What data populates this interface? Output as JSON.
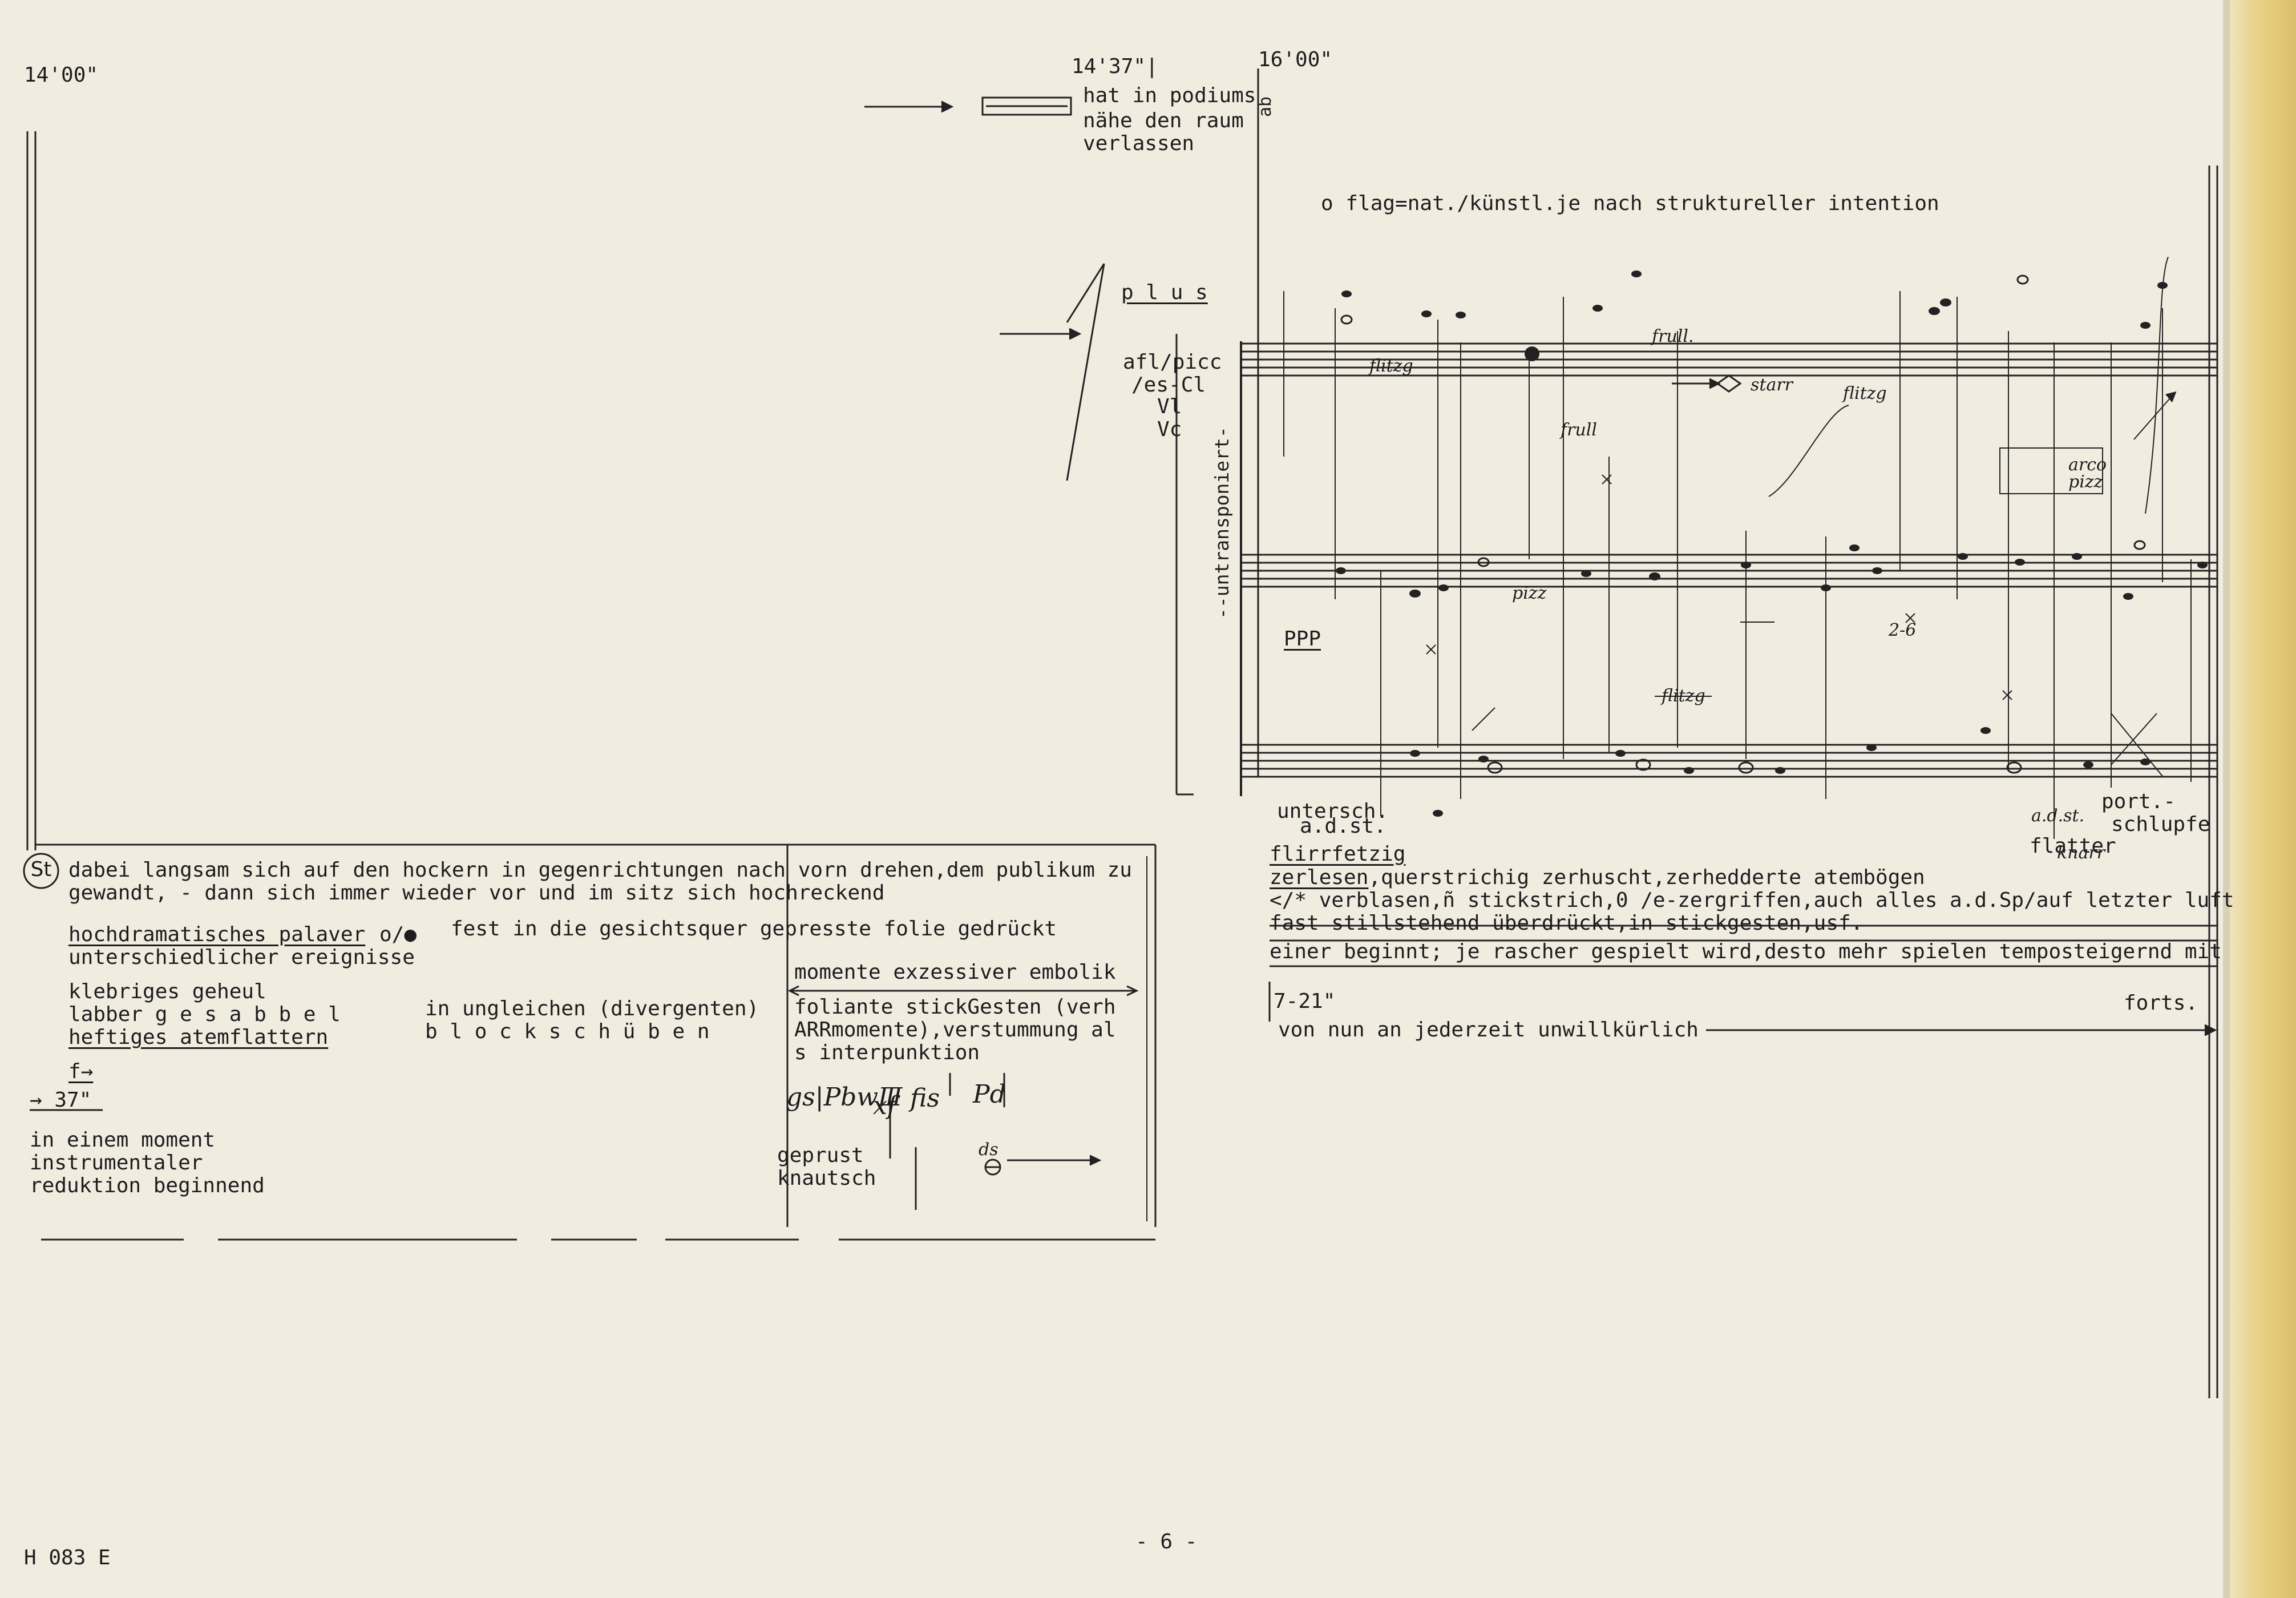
{
  "header": {
    "time_left": "14'00\"",
    "time_mid": "14'37\"|",
    "time_right": "16'00\""
  },
  "podium": {
    "line1": "hat in podiums",
    "line2": "nähe den raum",
    "line3": "verlassen",
    "vertical": "ab"
  },
  "flag_note": "o flag=nat./künstl.je nach struktureller intention",
  "instruments": {
    "plus": "p l u s",
    "line1": "afl/picc",
    "line2": "/es-Cl",
    "line3": "Vl",
    "line4": "Vc",
    "untransponiert": "--untransponiert-"
  },
  "score_marks": {
    "frull_1": "frull.",
    "frull_2": "frull",
    "flitzg_1": "flitzg",
    "flitzg_2": "flitzg",
    "flitzg_3": "flitzg",
    "starr": "starr",
    "pizz": "pizz",
    "ppp": "PPP",
    "range": "2-6",
    "arco": "arco",
    "pizz2": "pizz",
    "ads": "a.d.st.",
    "knarr": "knarr",
    "untersch_1": "untersch.",
    "untersch_2": "a.d.st.",
    "port_1": "port.-",
    "port_2": "schlupfe",
    "flatter": "flatter"
  },
  "right_text": {
    "l1": "flirrfetzig",
    "l2a": "zerlesen",
    "l2b": ",querstrichig zerhuscht,zerhedderte atembögen",
    "l3": "</* verblasen,ñ stickstrich,0 /e-zergriffen,auch alles a.d.Sp/auf letzter luft",
    "l4": "fast stillstehend überdrückt,in stickgesten,usf.",
    "l5": "einer beginnt; je rascher gespielt wird,desto mehr spielen temposteigernd mit",
    "l6": "7-21\"",
    "l7": "forts.",
    "l8": "von nun an jederzeit unwillkürlich"
  },
  "left_text": {
    "st": "St",
    "p1a": "dabei langsam sich auf den hockern in gegenrichtungen nach vorn drehen,dem publikum zu",
    "p1b": "gewandt, - dann sich immer wieder vor und im sitz sich hochreckend",
    "h1": "hochdramatisches palaver",
    "h1_sym": "o/●",
    "h1_after": "fest in die gesichtsquer gepresste folie gedrückt",
    "h2": "unterschiedlicher ereignisse",
    "k1": "klebriges geheul",
    "k2": "labber g e s a b b e l",
    "k3": "heftiges atemflattern",
    "d1": "in ungleichen (divergenten)",
    "d2": "b l o c k s c h ü b e n",
    "f": "f→",
    "t37": "→ 37\"",
    "r1": "in einem moment",
    "r2": "instrumentaler",
    "r3": "reduktion beginnend"
  },
  "embolik": {
    "title": "momente exzessiver embolik",
    "l1": "foliante stickGesten (verh",
    "l2": "ARRmomente),verstummung al",
    "l3": "s interpunktion",
    "g1": "gs|PbwⅢ",
    "g2": "xf",
    "g3": "fis",
    "g4": "Pd",
    "geprust": "geprust",
    "knautsch": "knautsch",
    "ds": "ds"
  },
  "footer": {
    "code": "H 083 E",
    "page": "- 6 -"
  }
}
